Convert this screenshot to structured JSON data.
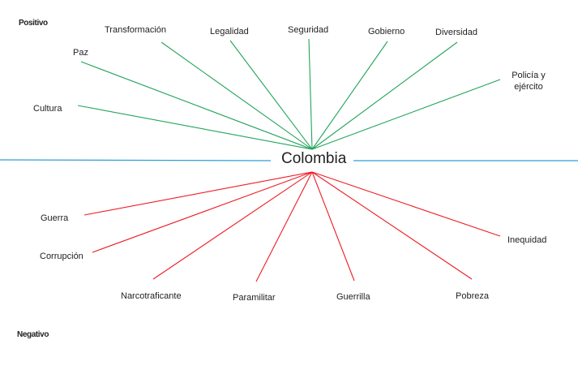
{
  "headings": {
    "positive": "Positivo",
    "negative": "Negativo"
  },
  "center": "Colombia",
  "positive": [
    "Cultura",
    "Paz",
    "Transformación",
    "Legalidad",
    "Seguridad",
    "Gobierno",
    "Diversidad",
    "Policía y ejército"
  ],
  "negative": [
    "Guerra",
    "Corrupción",
    "Narcotraficante",
    "Paramilitar",
    "Guerrilla",
    "Pobreza",
    "Inequidad"
  ],
  "colors": {
    "positive": "#22a45a",
    "negative": "#ee1c24",
    "axis": "#2e9fd6"
  }
}
